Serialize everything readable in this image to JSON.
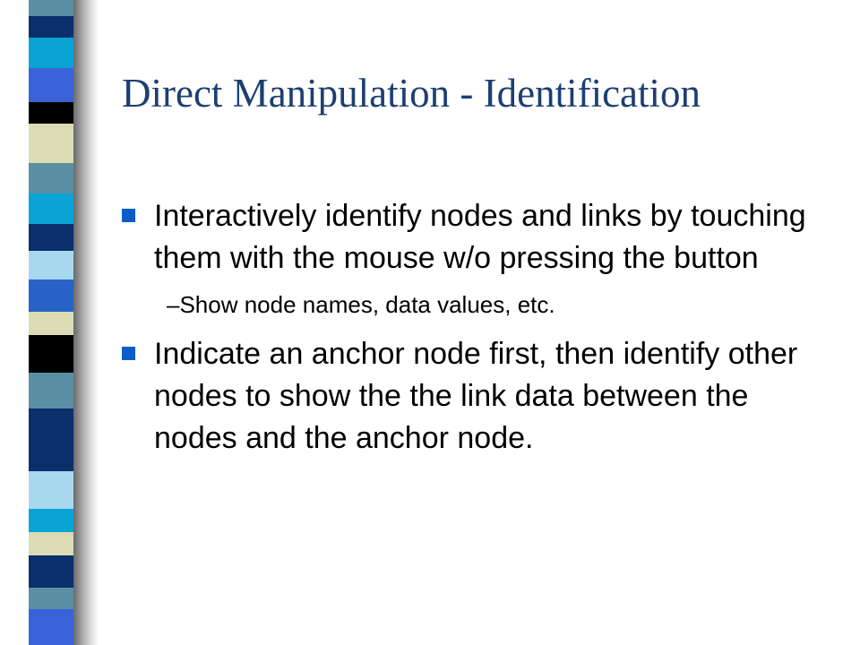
{
  "slide": {
    "title": "Direct Manipulation - Identification",
    "bullets": [
      {
        "text": "Interactively identify nodes and links by touching them with the mouse w/o pressing the button",
        "sub": [
          "–Show node names, data values, etc."
        ]
      },
      {
        "text": "Indicate an anchor node first, then identify other nodes to show the the link data between the nodes and the anchor node.",
        "sub": []
      }
    ]
  },
  "theme": {
    "title_color": "#1c3f73",
    "bullet_color": "#0b5cc7",
    "stripe_colors": [
      "#5b8fa3",
      "#0a2f6b",
      "#3b63d9",
      "#000000",
      "#dcdcb4",
      "#0aa3d6",
      "#a8d8f0",
      "#2a63c8"
    ]
  }
}
